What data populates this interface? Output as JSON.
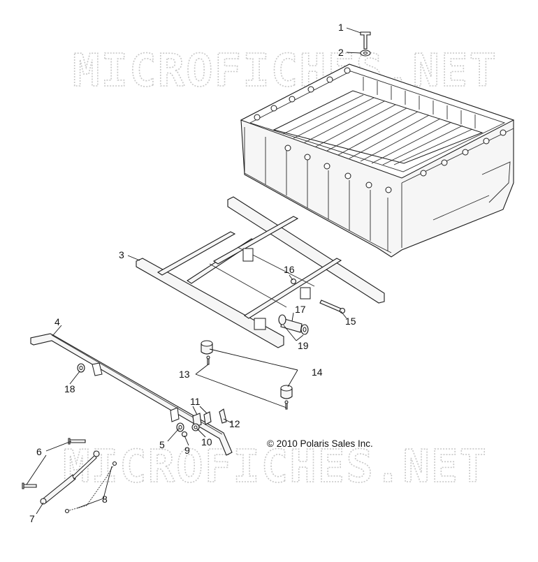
{
  "watermarks": [
    "MICROFICHES.NET",
    "MICROFICHES.NET"
  ],
  "copyright": "© 2010 Polaris Sales Inc.",
  "callouts": [
    {
      "id": "1",
      "label": "1"
    },
    {
      "id": "2",
      "label": "2"
    },
    {
      "id": "3",
      "label": "3"
    },
    {
      "id": "4",
      "label": "4"
    },
    {
      "id": "5",
      "label": "5"
    },
    {
      "id": "6",
      "label": "6"
    },
    {
      "id": "7",
      "label": "7"
    },
    {
      "id": "8",
      "label": "8"
    },
    {
      "id": "9",
      "label": "9"
    },
    {
      "id": "10",
      "label": "10"
    },
    {
      "id": "11",
      "label": "11"
    },
    {
      "id": "12",
      "label": "12"
    },
    {
      "id": "13",
      "label": "13"
    },
    {
      "id": "14",
      "label": "14"
    },
    {
      "id": "15",
      "label": "15"
    },
    {
      "id": "16",
      "label": "16"
    },
    {
      "id": "17",
      "label": "17"
    },
    {
      "id": "18",
      "label": "18"
    },
    {
      "id": "19",
      "label": "19"
    }
  ]
}
